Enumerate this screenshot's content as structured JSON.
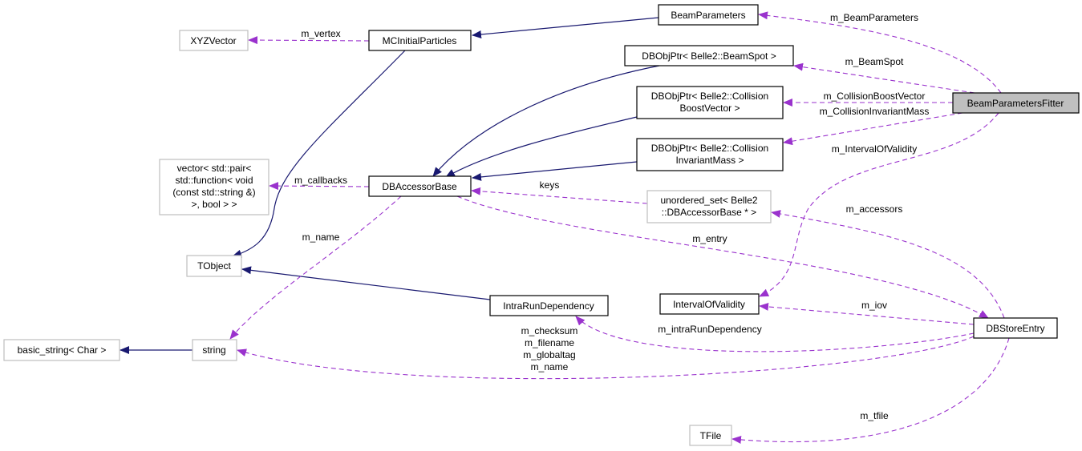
{
  "nodes": {
    "xyzvector": "XYZVector",
    "mcinitialparticles": "MCInitialParticles",
    "beamparameters": "BeamParameters",
    "beamspot": "DBObjPtr< Belle2::BeamSpot >",
    "boostvector": [
      "DBObjPtr< Belle2::Collision",
      "BoostVector >"
    ],
    "fitter": "BeamParametersFitter",
    "invariantmass": [
      "DBObjPtr< Belle2::Collision",
      "InvariantMass >"
    ],
    "vector": [
      "vector< std::pair<",
      "std::function< void",
      "(const std::string &)",
      ">, bool > >"
    ],
    "dbaccessorbase": "DBAccessorBase",
    "unordered_set": [
      "unordered_set< Belle2",
      "::DBAccessorBase * >"
    ],
    "tobject": "TObject",
    "intrarundependency": "IntraRunDependency",
    "intervalofvalidity": "IntervalOfValidity",
    "dbstoreentry": "DBStoreEntry",
    "basic_string": "basic_string< Char >",
    "string": "string",
    "tfile": "TFile"
  },
  "edges": {
    "m_vertex": "m_vertex",
    "m_callbacks": "m_callbacks",
    "keys": "keys",
    "m_name": "m_name",
    "m_entry": "m_entry",
    "m_BeamParameters": "m_BeamParameters",
    "m_BeamSpot": "m_BeamSpot",
    "m_CollisionBoostVector": "m_CollisionBoostVector",
    "m_CollisionInvariantMass": "m_CollisionInvariantMass",
    "m_IntervalOfValidity": "m_IntervalOfValidity",
    "m_accessors": "m_accessors",
    "m_iov": "m_iov",
    "m_intraRunDependency": "m_intraRunDependency",
    "string_members": [
      "m_checksum",
      "m_filename",
      "m_globaltag",
      "m_name"
    ],
    "m_tfile": "m_tfile"
  },
  "colors": {
    "inheritance": "#191970",
    "usage": "#9a32cd",
    "selected": "#bfbfbf"
  }
}
